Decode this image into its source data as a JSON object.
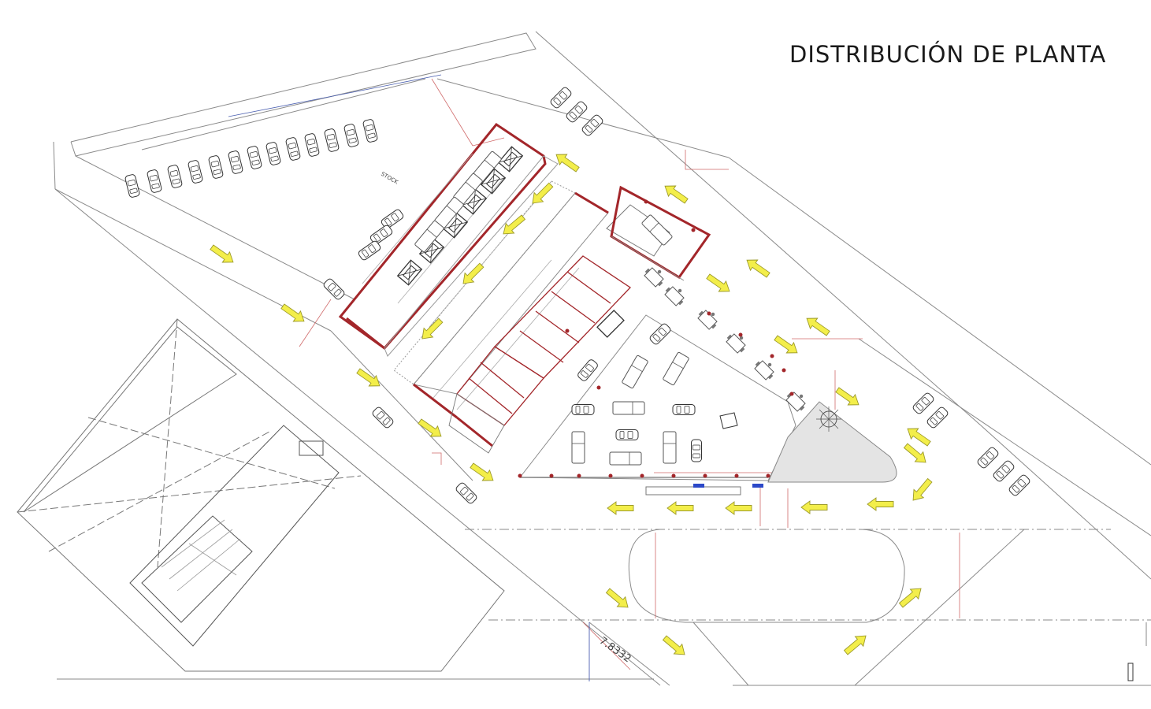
{
  "title": "DISTRIBUCIÓN DE PLANTA",
  "labels": {
    "stock": "STOCK",
    "dimension": "7.8332"
  },
  "colors": {
    "wall_red": "#a3262a",
    "line_gray": "#8a8a8a",
    "dim_red": "#d06a6a",
    "arrow_yellow": "#f3ee4a",
    "arrow_outline": "#9c9a2a",
    "blue_line": "#4a5fb0",
    "garden": "#e4e4e4"
  }
}
